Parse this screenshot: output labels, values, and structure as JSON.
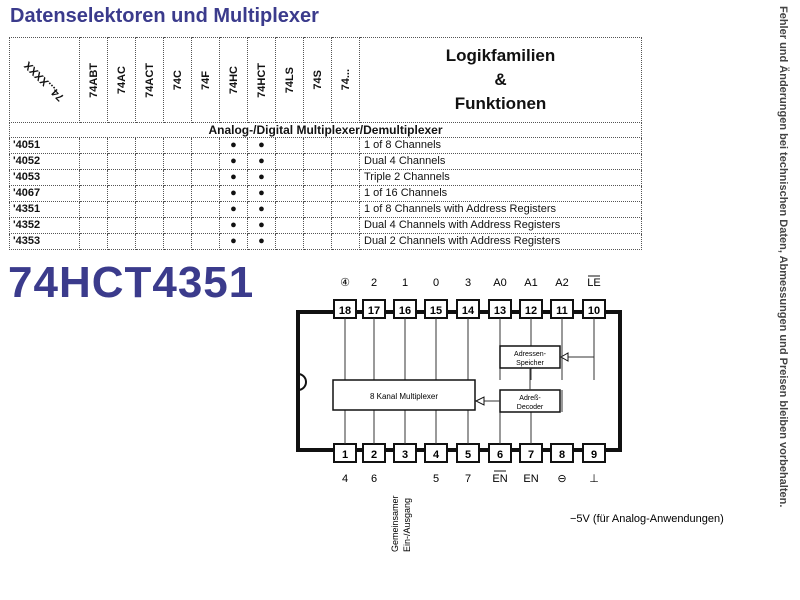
{
  "page_title": "Datenselektoren und Multiplexer",
  "side_note": "Fehler und Änderungen bei technischen Daten, Abmessungen und Preisen bleiben vorbehalten.",
  "table": {
    "corner_label": "74...XXXX",
    "families": [
      "74ABT",
      "74AC",
      "74ACT",
      "74C",
      "74F",
      "74HC",
      "74HCT",
      "74LS",
      "74S",
      "74..."
    ],
    "logik_lines": [
      "Logikfamilien",
      "&",
      "Funktionen"
    ],
    "section": "Analog-/Digital Multiplexer/Demultiplexer",
    "dot_symbol": "●",
    "rows": [
      {
        "code": "'4051",
        "function": "1 of 8 Channels",
        "dots": [
          5,
          6
        ]
      },
      {
        "code": "'4052",
        "function": "Dual 4 Channels",
        "dots": [
          5,
          6
        ]
      },
      {
        "code": "'4053",
        "function": "Triple 2 Channels",
        "dots": [
          5,
          6
        ]
      },
      {
        "code": "'4067",
        "function": "1 of 16 Channels",
        "dots": [
          5,
          6
        ]
      },
      {
        "code": "'4351",
        "function": "1 of 8 Channels with Address Registers",
        "dots": [
          5,
          6
        ]
      },
      {
        "code": "'4352",
        "function": "Dual 4 Channels with Address Registers",
        "dots": [
          5,
          6
        ]
      },
      {
        "code": "'4353",
        "function": "Dual 2 Channels with Address Registers",
        "dots": [
          5,
          6
        ]
      }
    ]
  },
  "chip_name": "74HCT4351",
  "diagram": {
    "top_pins": [
      {
        "num": "18",
        "label": "④"
      },
      {
        "num": "17",
        "label": "2"
      },
      {
        "num": "16",
        "label": "1"
      },
      {
        "num": "15",
        "label": "0"
      },
      {
        "num": "14",
        "label": "3"
      },
      {
        "num": "13",
        "label": "A0"
      },
      {
        "num": "12",
        "label": "A1"
      },
      {
        "num": "11",
        "label": "A2"
      },
      {
        "num": "10",
        "label": "LE"
      }
    ],
    "bottom_pins": [
      {
        "num": "1",
        "label": "4"
      },
      {
        "num": "2",
        "label": "6"
      },
      {
        "num": "3",
        "label": ""
      },
      {
        "num": "4",
        "label": "5"
      },
      {
        "num": "5",
        "label": "7"
      },
      {
        "num": "6",
        "label": "EN"
      },
      {
        "num": "7",
        "label": "EN"
      },
      {
        "num": "8",
        "label": "⊖"
      },
      {
        "num": "9",
        "label": "⊥"
      }
    ],
    "mux_label": "8 Kanal Multiplexer",
    "addr_store_lines": [
      "Adressen-",
      "Speicher"
    ],
    "addr_decoder_lines": [
      "Adreß-",
      "Decoder"
    ],
    "common_io_lines": [
      "Gemeinsamer",
      "Ein-/Ausgang"
    ],
    "neg_supply_note": "−5V (für Analog-Anwendungen)"
  }
}
